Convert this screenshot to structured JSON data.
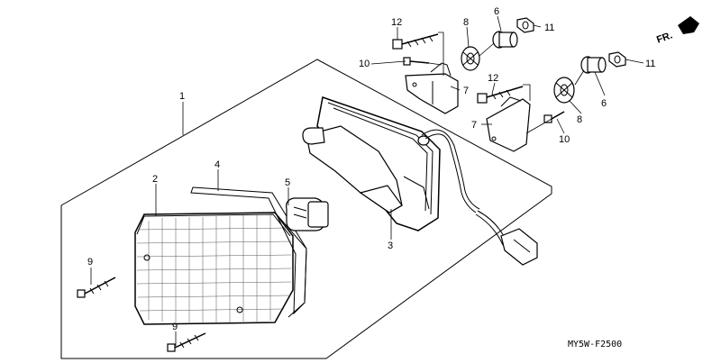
{
  "diagram": {
    "direction_label": "FR.",
    "drawing_code": "MY5W-F2500",
    "callouts": [
      {
        "id": "c1",
        "text": "1"
      },
      {
        "id": "c2",
        "text": "2"
      },
      {
        "id": "c3",
        "text": "3"
      },
      {
        "id": "c4",
        "text": "4"
      },
      {
        "id": "c5",
        "text": "5"
      },
      {
        "id": "c6a",
        "text": "6"
      },
      {
        "id": "c6b",
        "text": "6"
      },
      {
        "id": "c7a",
        "text": "7"
      },
      {
        "id": "c7b",
        "text": "7"
      },
      {
        "id": "c8a",
        "text": "8"
      },
      {
        "id": "c8b",
        "text": "8"
      },
      {
        "id": "c9a",
        "text": "9"
      },
      {
        "id": "c9b",
        "text": "9"
      },
      {
        "id": "c10a",
        "text": "10"
      },
      {
        "id": "c10b",
        "text": "10"
      },
      {
        "id": "c11a",
        "text": "11"
      },
      {
        "id": "c11b",
        "text": "11"
      },
      {
        "id": "c12a",
        "text": "12"
      },
      {
        "id": "c12b",
        "text": "12"
      }
    ]
  }
}
